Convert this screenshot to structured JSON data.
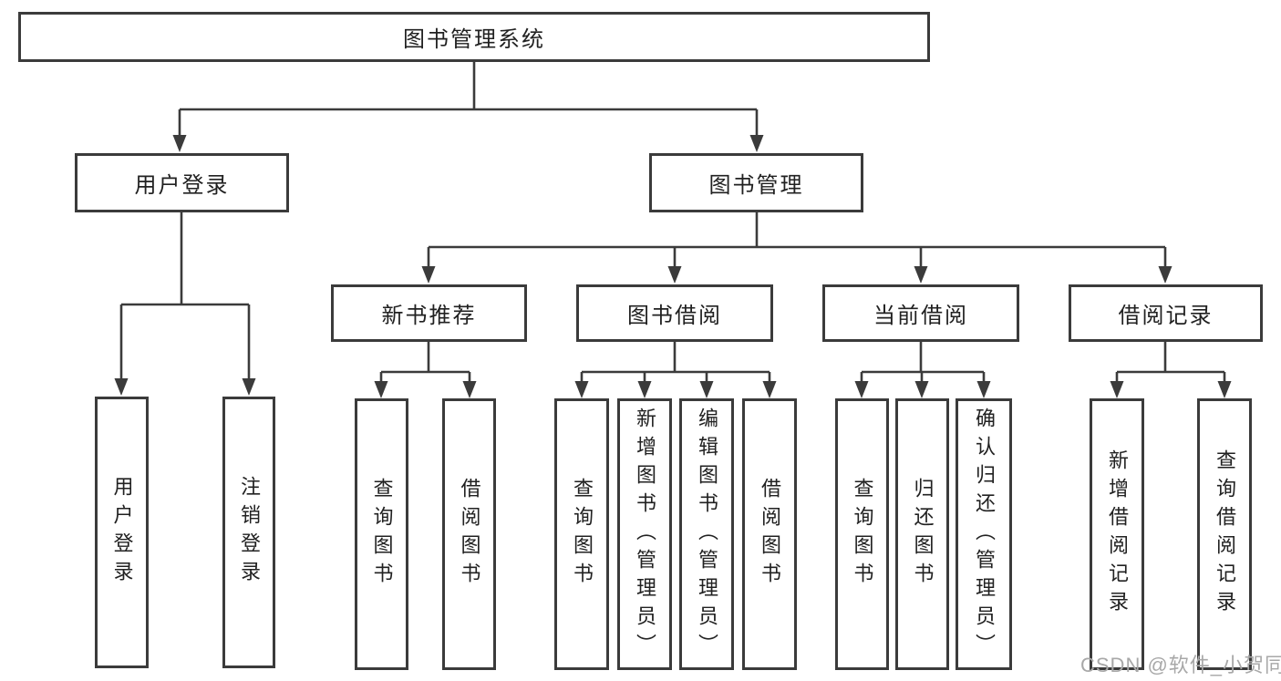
{
  "diagram": {
    "root": {
      "label": "图书管理系统"
    },
    "level2": [
      {
        "label": "用户登录"
      },
      {
        "label": "图书管理"
      }
    ],
    "level3": [
      {
        "label": "新书推荐"
      },
      {
        "label": "图书借阅"
      },
      {
        "label": "当前借阅"
      },
      {
        "label": "借阅记录"
      }
    ],
    "leaves": {
      "user_login": [
        "用户登录",
        "注销登录"
      ],
      "new_books": [
        "查询图书",
        "借阅图书"
      ],
      "book_borrow": [
        "查询图书",
        "新增图书（管理员）",
        "编辑图书（管理员）",
        "借阅图书"
      ],
      "current_borrow": [
        "查询图书",
        "归还图书",
        "确认归还（管理员）"
      ],
      "borrow_records": [
        "新增借阅记录",
        "查询借阅记录"
      ]
    }
  },
  "colors": {
    "line": "#3b3b3b",
    "box_border": "#3b3b3b",
    "text": "#212121",
    "watermark": "#a8a8a8",
    "background": "#ffffff"
  },
  "watermark": {
    "text": "CSDN @软件_小贺同学"
  }
}
